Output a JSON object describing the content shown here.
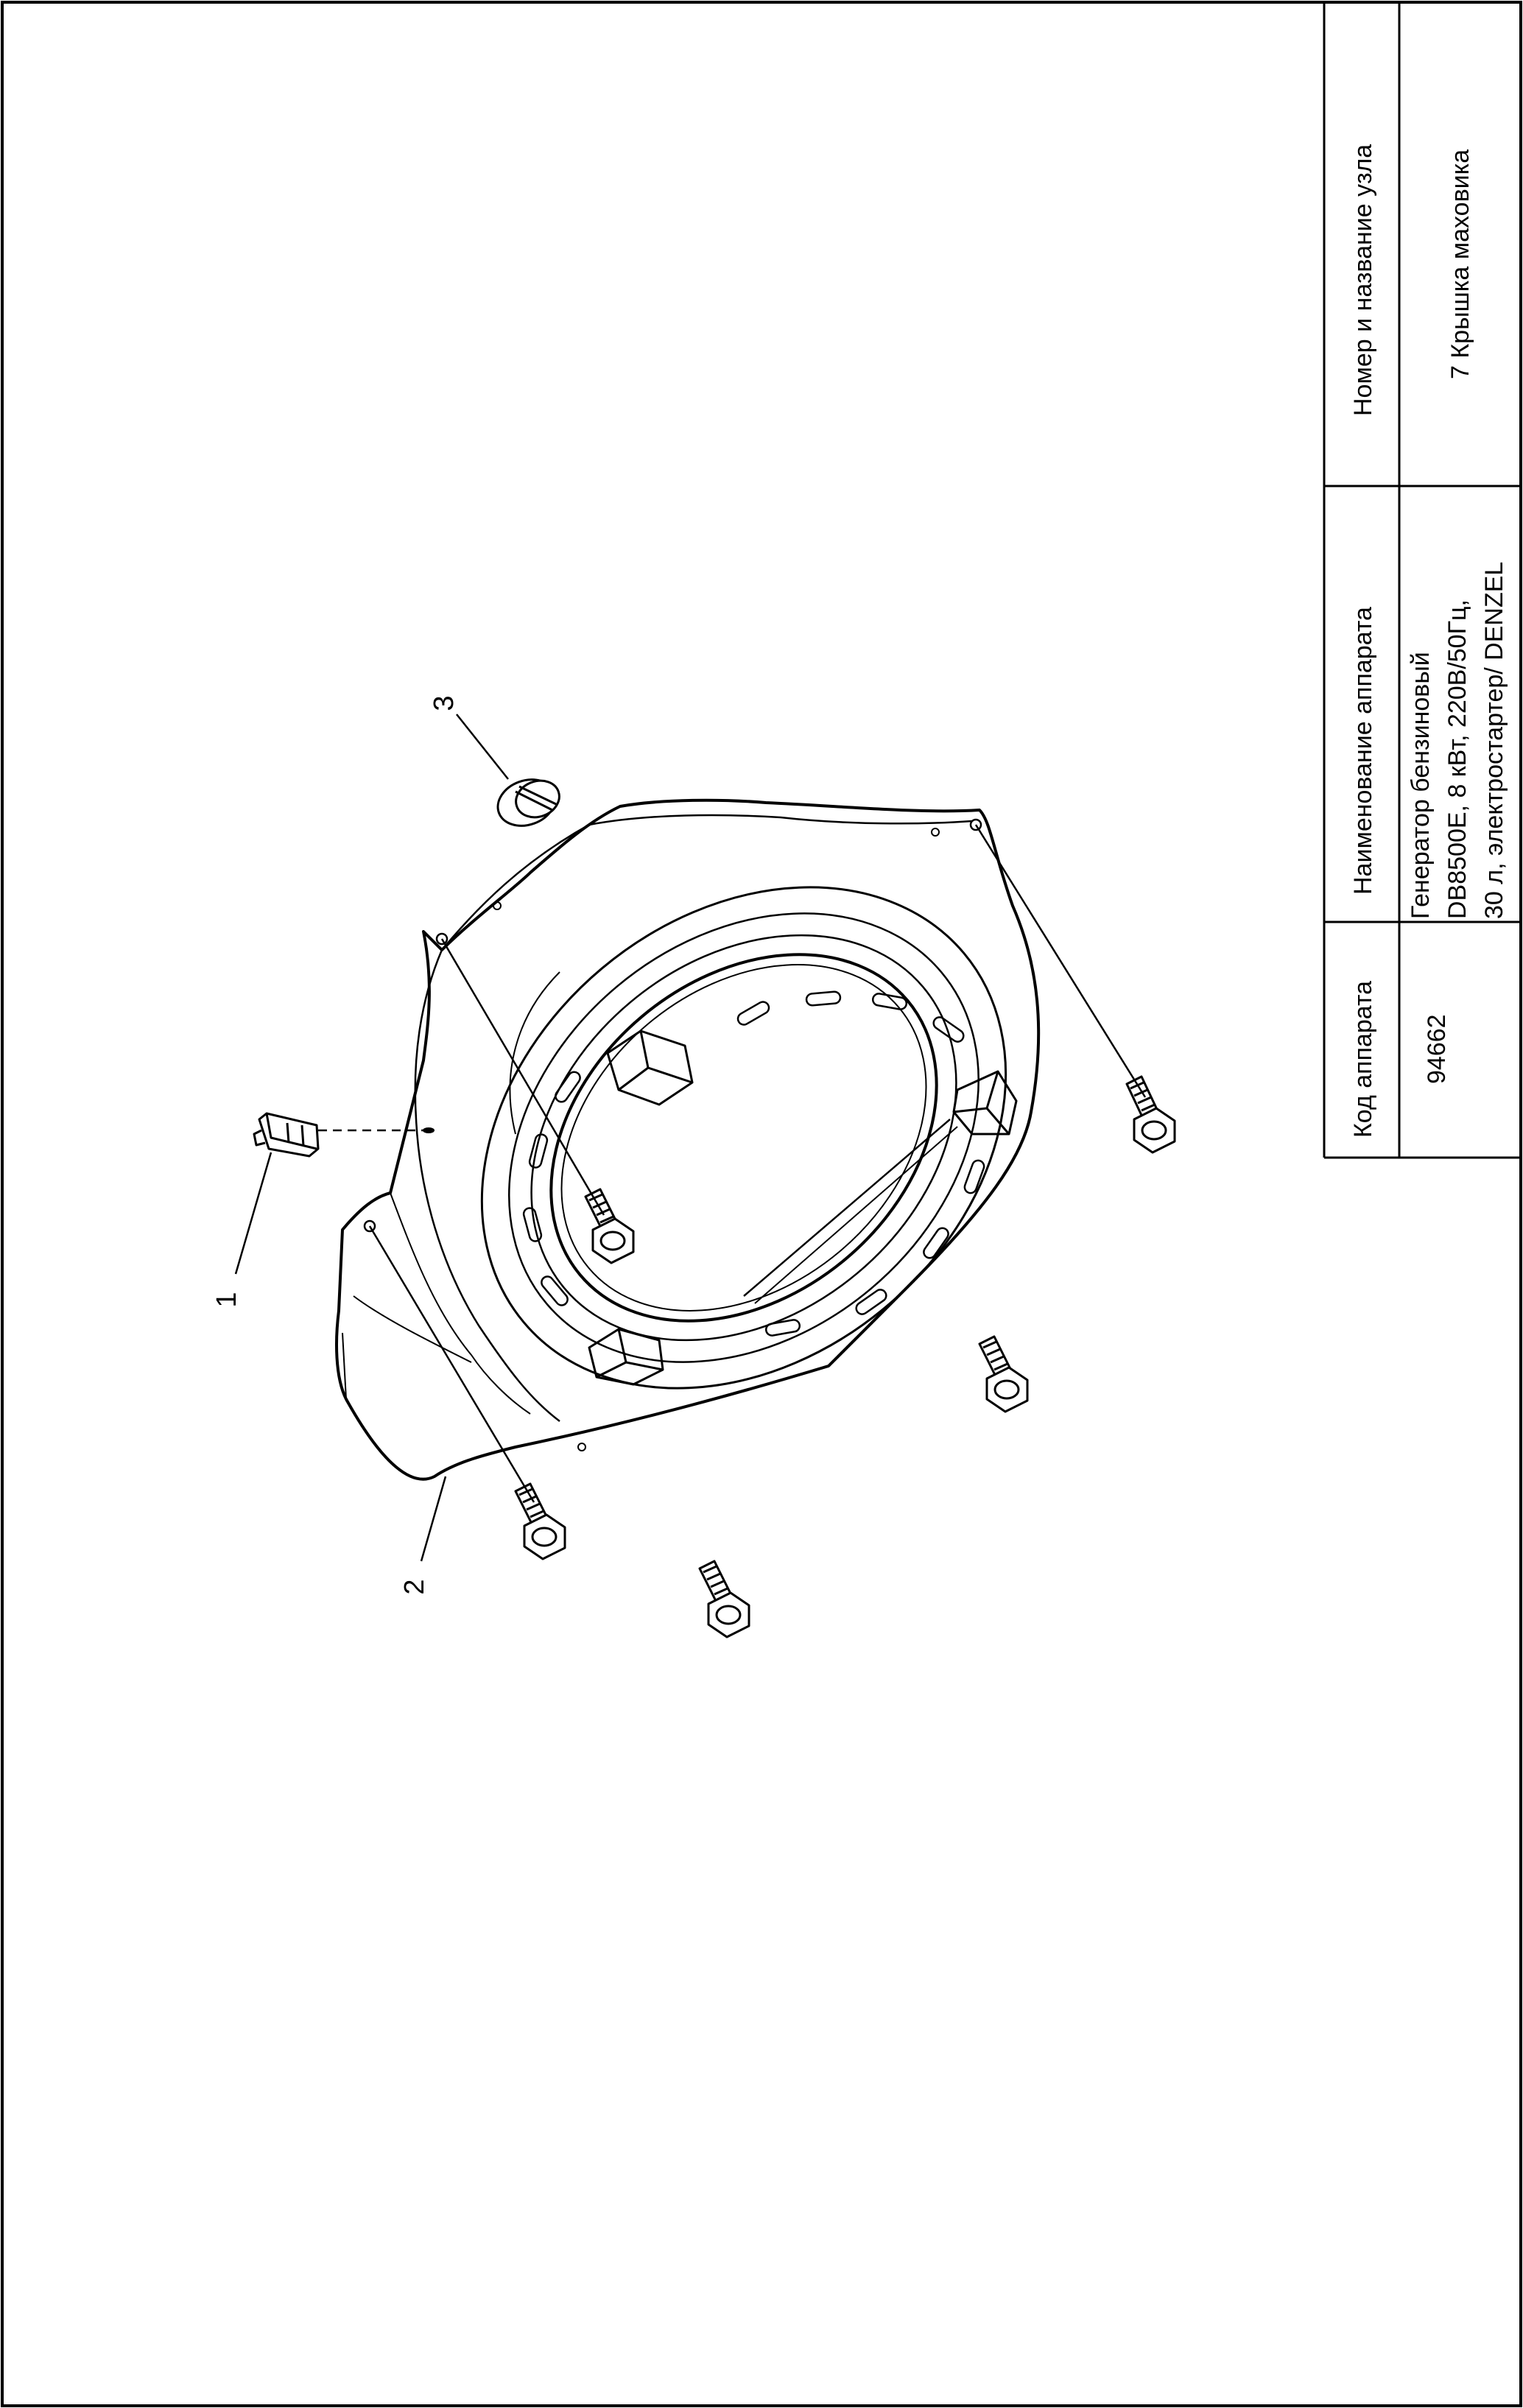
{
  "callouts": [
    {
      "number": "1"
    },
    {
      "number": "2"
    },
    {
      "number": "3"
    }
  ],
  "title_block": {
    "apparatus_code_header": "Код аппарата",
    "apparatus_code_value": "94662",
    "apparatus_name_header": "Наименование аппарата",
    "apparatus_name_lines": [
      "Генератор бензиновый",
      "DB8500E, 8 кВт, 220В/50Гц,",
      "30 л, электростартер/ DENZEL"
    ],
    "assembly_header": "Номер и название узла",
    "assembly_value": "7 Крышка маховика"
  },
  "colors": {
    "line": "#000000",
    "background": "#ffffff"
  }
}
